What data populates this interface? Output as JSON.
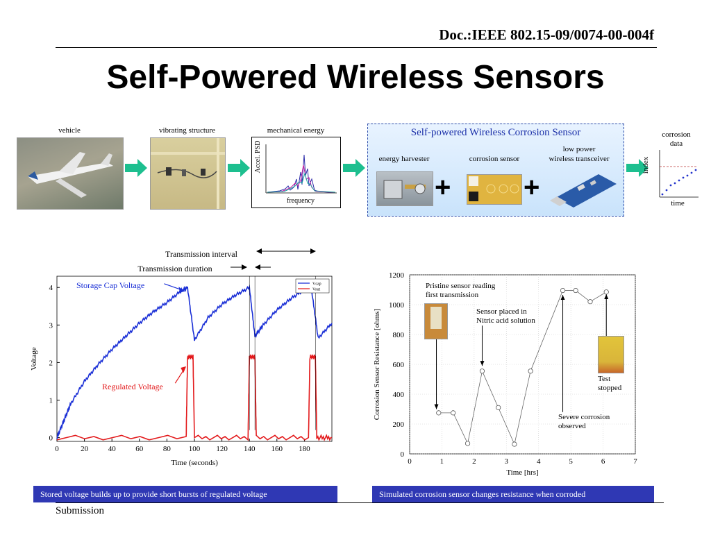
{
  "header": {
    "doc_id": "Doc.:IEEE 802.15-09/0074-00-004f",
    "title": "Self-Powered Wireless Sensors"
  },
  "flow": {
    "vehicle_label": "vehicle",
    "structure_label": "vibrating structure",
    "energy_label": "mechanical energy",
    "psd_ylabel": "Accel. PSD",
    "psd_xlabel": "frequency",
    "sensor_box_title": "Self-powered Wireless Corrosion Sensor",
    "harvester_label": "energy harvester",
    "corrosion_sensor_label": "corrosion sensor",
    "transceiver_label_1": "low power",
    "transceiver_label_2": "wireless transceiver",
    "plus": "+",
    "corrosion_data_1": "corrosion",
    "corrosion_data_2": "data",
    "index_label": "index",
    "time_label": "time",
    "arrow_color": "#1dbf8f"
  },
  "annotations": {
    "tx_interval": "Transmission interval",
    "tx_duration": "Transmission duration",
    "storage_cap": "Storage Cap Voltage",
    "regulated": "Regulated Voltage",
    "pristine_1": "Pristine sensor reading",
    "pristine_2": "first transmission",
    "placed_1": "Sensor placed in",
    "placed_2": "Nitric acid solution",
    "severe_1": "Severe corrosion",
    "severe_2": "observed",
    "test_1": "Test",
    "test_2": "stopped"
  },
  "captions": {
    "left": "Stored voltage builds up to provide short bursts of regulated voltage",
    "right": "Simulated corrosion sensor changes resistance when corroded"
  },
  "footer": {
    "submission": "Submission"
  },
  "chart_data": [
    {
      "type": "line",
      "xlabel": "Time (seconds)",
      "ylabel": "Voltage",
      "xlim": [
        0,
        200
      ],
      "ylim": [
        -0.1,
        4.3
      ],
      "xticks": [
        "0",
        "20",
        "40",
        "60",
        "80",
        "100",
        "120",
        "140",
        "160",
        "180"
      ],
      "yticks": [
        "0",
        "1",
        "2",
        "3",
        "4"
      ],
      "legend": [
        "Vcap",
        "Vout"
      ],
      "legend_position": "top-right",
      "series": [
        {
          "name": "Vcap",
          "color": "#1a2fd6",
          "x": [
            0,
            5,
            10,
            20,
            30,
            40,
            50,
            60,
            70,
            80,
            90,
            95,
            100,
            110,
            120,
            130,
            140,
            144,
            150,
            160,
            170,
            180,
            185,
            190,
            200
          ],
          "y": [
            0,
            0.45,
            0.9,
            1.5,
            1.95,
            2.35,
            2.7,
            3.05,
            3.35,
            3.6,
            3.9,
            4.0,
            2.6,
            3.2,
            3.55,
            3.8,
            4.0,
            2.7,
            3.0,
            3.4,
            3.7,
            3.95,
            4.0,
            2.65,
            3.05
          ]
        },
        {
          "name": "Vout",
          "color": "#e31a1c",
          "x": [
            0,
            94,
            95,
            99,
            100,
            139,
            140,
            144,
            145,
            183,
            184,
            188,
            189,
            200
          ],
          "y": [
            0,
            0,
            2.15,
            2.15,
            0,
            0,
            2.15,
            2.15,
            0,
            0,
            2.15,
            2.15,
            0,
            0
          ]
        }
      ]
    },
    {
      "type": "line",
      "xlabel": "Time [hrs]",
      "ylabel": "Corrosion Sensor Resistance  [ohms]",
      "xlim": [
        0,
        7
      ],
      "ylim": [
        0,
        1200
      ],
      "xticks": [
        "0",
        "1",
        "2",
        "3",
        "4",
        "5",
        "6",
        "7"
      ],
      "yticks": [
        "0",
        "200",
        "400",
        "600",
        "800",
        "1000",
        "1200"
      ],
      "series": [
        {
          "name": "",
          "color": "#666666",
          "x": [
            0.9,
            1.35,
            1.8,
            2.25,
            2.75,
            3.25,
            3.75,
            4.75,
            5.15,
            5.6,
            6.1
          ],
          "y": [
            275,
            275,
            70,
            555,
            310,
            65,
            555,
            1095,
            1095,
            1020,
            1085
          ]
        }
      ]
    }
  ]
}
